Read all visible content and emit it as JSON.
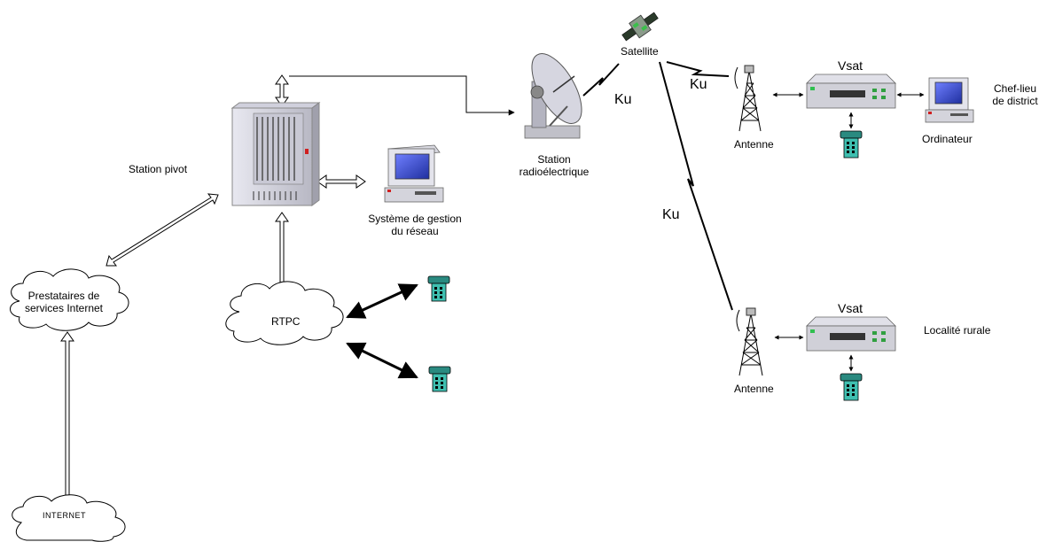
{
  "labels": {
    "satellite": "Satellite",
    "station_pivot": "Station pivot",
    "station_radio_1": "Station",
    "station_radio_2": "radioélectrique",
    "nms_1": "Système de gestion",
    "nms_2": "du réseau",
    "isp_1": "Prestataires de",
    "isp_2": "services Internet",
    "internet": "INTERNET",
    "rtpc": "RTPC",
    "ku_1": "Ku",
    "ku_2": "Ku",
    "ku_3": "Ku",
    "vsat_top": "Vsat",
    "vsat_bottom": "Vsat",
    "antenne_top": "Antenne",
    "antenne_bottom": "Antenne",
    "ordinateur": "Ordinateur",
    "chef_lieu_1": "Chef-lieu",
    "chef_lieu_2": "de district",
    "localite": "Localité rurale"
  },
  "icons": [
    "hub-rack-icon",
    "computer-icon",
    "satellite-dish-icon",
    "satellite-icon",
    "antenna-tower-icon",
    "vsat-modem-icon",
    "telephone-icon",
    "cloud-icon"
  ],
  "colors": {
    "screen": "#2f3fbf",
    "phone": "#3fbfb0",
    "line": "#000000",
    "cloud": "#ffffff"
  }
}
